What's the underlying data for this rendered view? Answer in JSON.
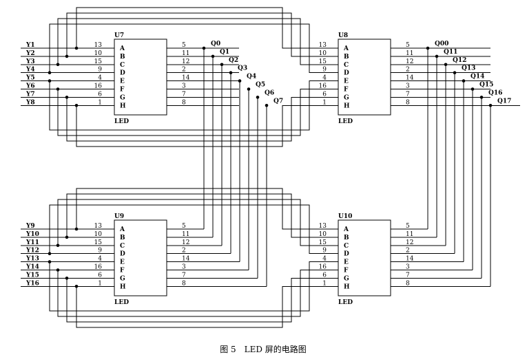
{
  "caption": "图 5　LED 屏的电路图",
  "chips": [
    {
      "name": "U7",
      "footer": "LED"
    },
    {
      "name": "U8",
      "footer": "LED"
    },
    {
      "name": "U9",
      "footer": "LED"
    },
    {
      "name": "U10",
      "footer": "LED"
    }
  ],
  "segment_letters": [
    "A",
    "B",
    "C",
    "D",
    "E",
    "F",
    "G",
    "H"
  ],
  "input_pins": [
    "13",
    "10",
    "15",
    "9",
    "4",
    "16",
    "6",
    "1"
  ],
  "output_pins": [
    "5",
    "11",
    "12",
    "2",
    "14",
    "3",
    "7",
    "8"
  ],
  "row_inputs": {
    "top": [
      "Y1",
      "Y2",
      "Y3",
      "Y4",
      "Y5",
      "Y6",
      "Y7",
      "Y8"
    ],
    "bottom": [
      "Y9",
      "Y10",
      "Y11",
      "Y12",
      "Y13",
      "Y14",
      "Y15",
      "Y16"
    ]
  },
  "column_outputs": {
    "left": [
      "Q0",
      "Q1",
      "Q2",
      "Q3",
      "Q4",
      "Q5",
      "Q6",
      "Q7"
    ],
    "right": [
      "Q00",
      "Q11",
      "Q12",
      "Q13",
      "Q14",
      "Q15",
      "Q16",
      "Q17"
    ]
  }
}
